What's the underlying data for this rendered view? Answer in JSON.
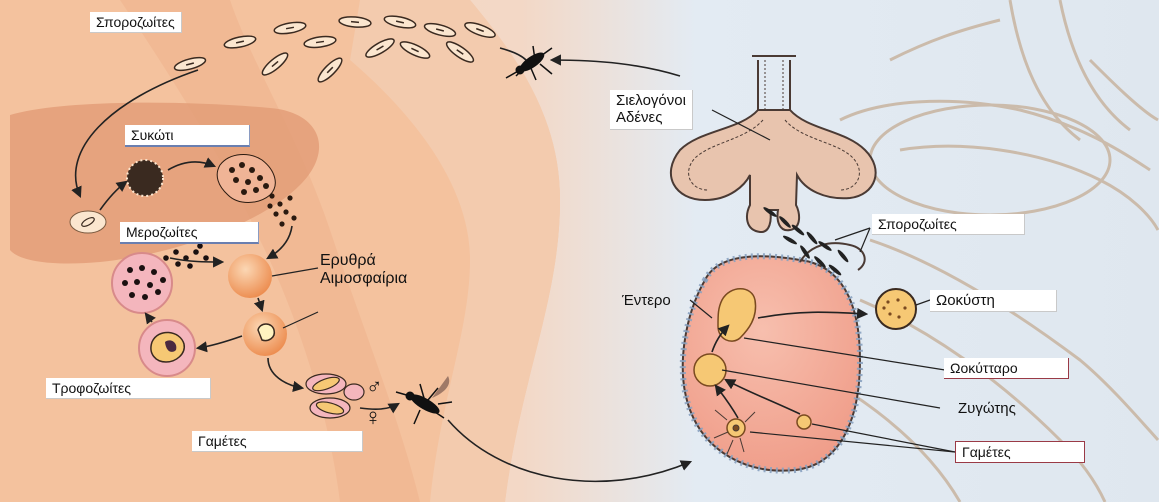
{
  "labels": {
    "sporozoites_top": "Σποροζωίτες",
    "liver": "Συκώτι",
    "merozoites": "Μεροζωίτες",
    "red_blood_cells_line1": "Ερυθρά",
    "red_blood_cells_line2": "Αιμοσφαίρια",
    "trophozoites": "Τροφοζωίτες",
    "gametes_left": "Γαμέτες",
    "salivary_line1": "Σιελογόνοι",
    "salivary_line2": "Αδένες",
    "sporozoites_right": "Σποροζωίτες",
    "gut": "Έντερο",
    "oocyst": "Ωοκύστη",
    "ookinete": "Ωοκύτταρο",
    "zygote": "Ζυγώτης",
    "gametes_right": "Γαμέτες",
    "male_symbol": "♂",
    "female_symbol": "♀"
  },
  "colors": {
    "skin": "#f5c6a0",
    "skin_dark": "#e9a987",
    "mosquito_background": "#d9e4ee",
    "mosquito_outline": "#c8b8a6",
    "gland_fill": "#e8c4ae",
    "gland_outline": "#4a3a34",
    "gut_fill": "#f3aa95",
    "cell_pink": "#f2b4b8",
    "cell_orange": "#f2a06a",
    "oocyst_fill": "#f6c874",
    "arrow": "#222222",
    "label_box_border_red": "#9a3a46",
    "label_box_border_blue": "#6a7fb0"
  }
}
